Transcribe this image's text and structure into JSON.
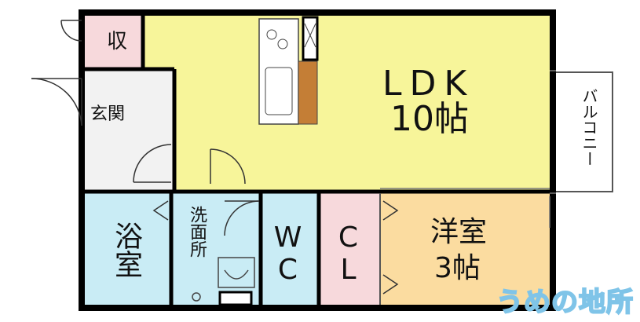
{
  "rooms": {
    "ldk": {
      "label": "LDK",
      "size": "10帖",
      "color": "#f7f59a"
    },
    "storage": {
      "label": "収",
      "color": "#f7d9dc"
    },
    "entrance": {
      "label": "玄関",
      "color": "#f2f2f2"
    },
    "bath": {
      "label": "浴室",
      "color": "#c9ecf5"
    },
    "washroom": {
      "label": "洗面所",
      "color": "#c9ecf5"
    },
    "wc": {
      "label": "WC",
      "color": "#c9ecf5"
    },
    "closet": {
      "label": "CL",
      "color": "#f7d9dc"
    },
    "western_room": {
      "label": "洋室",
      "size": "3帖",
      "color": "#fbdca0"
    },
    "balcony": {
      "label": "バルコニー",
      "color": "#ffffff"
    }
  },
  "kitchen_counter_color": "#c47e36",
  "watermark": "うめの地所"
}
